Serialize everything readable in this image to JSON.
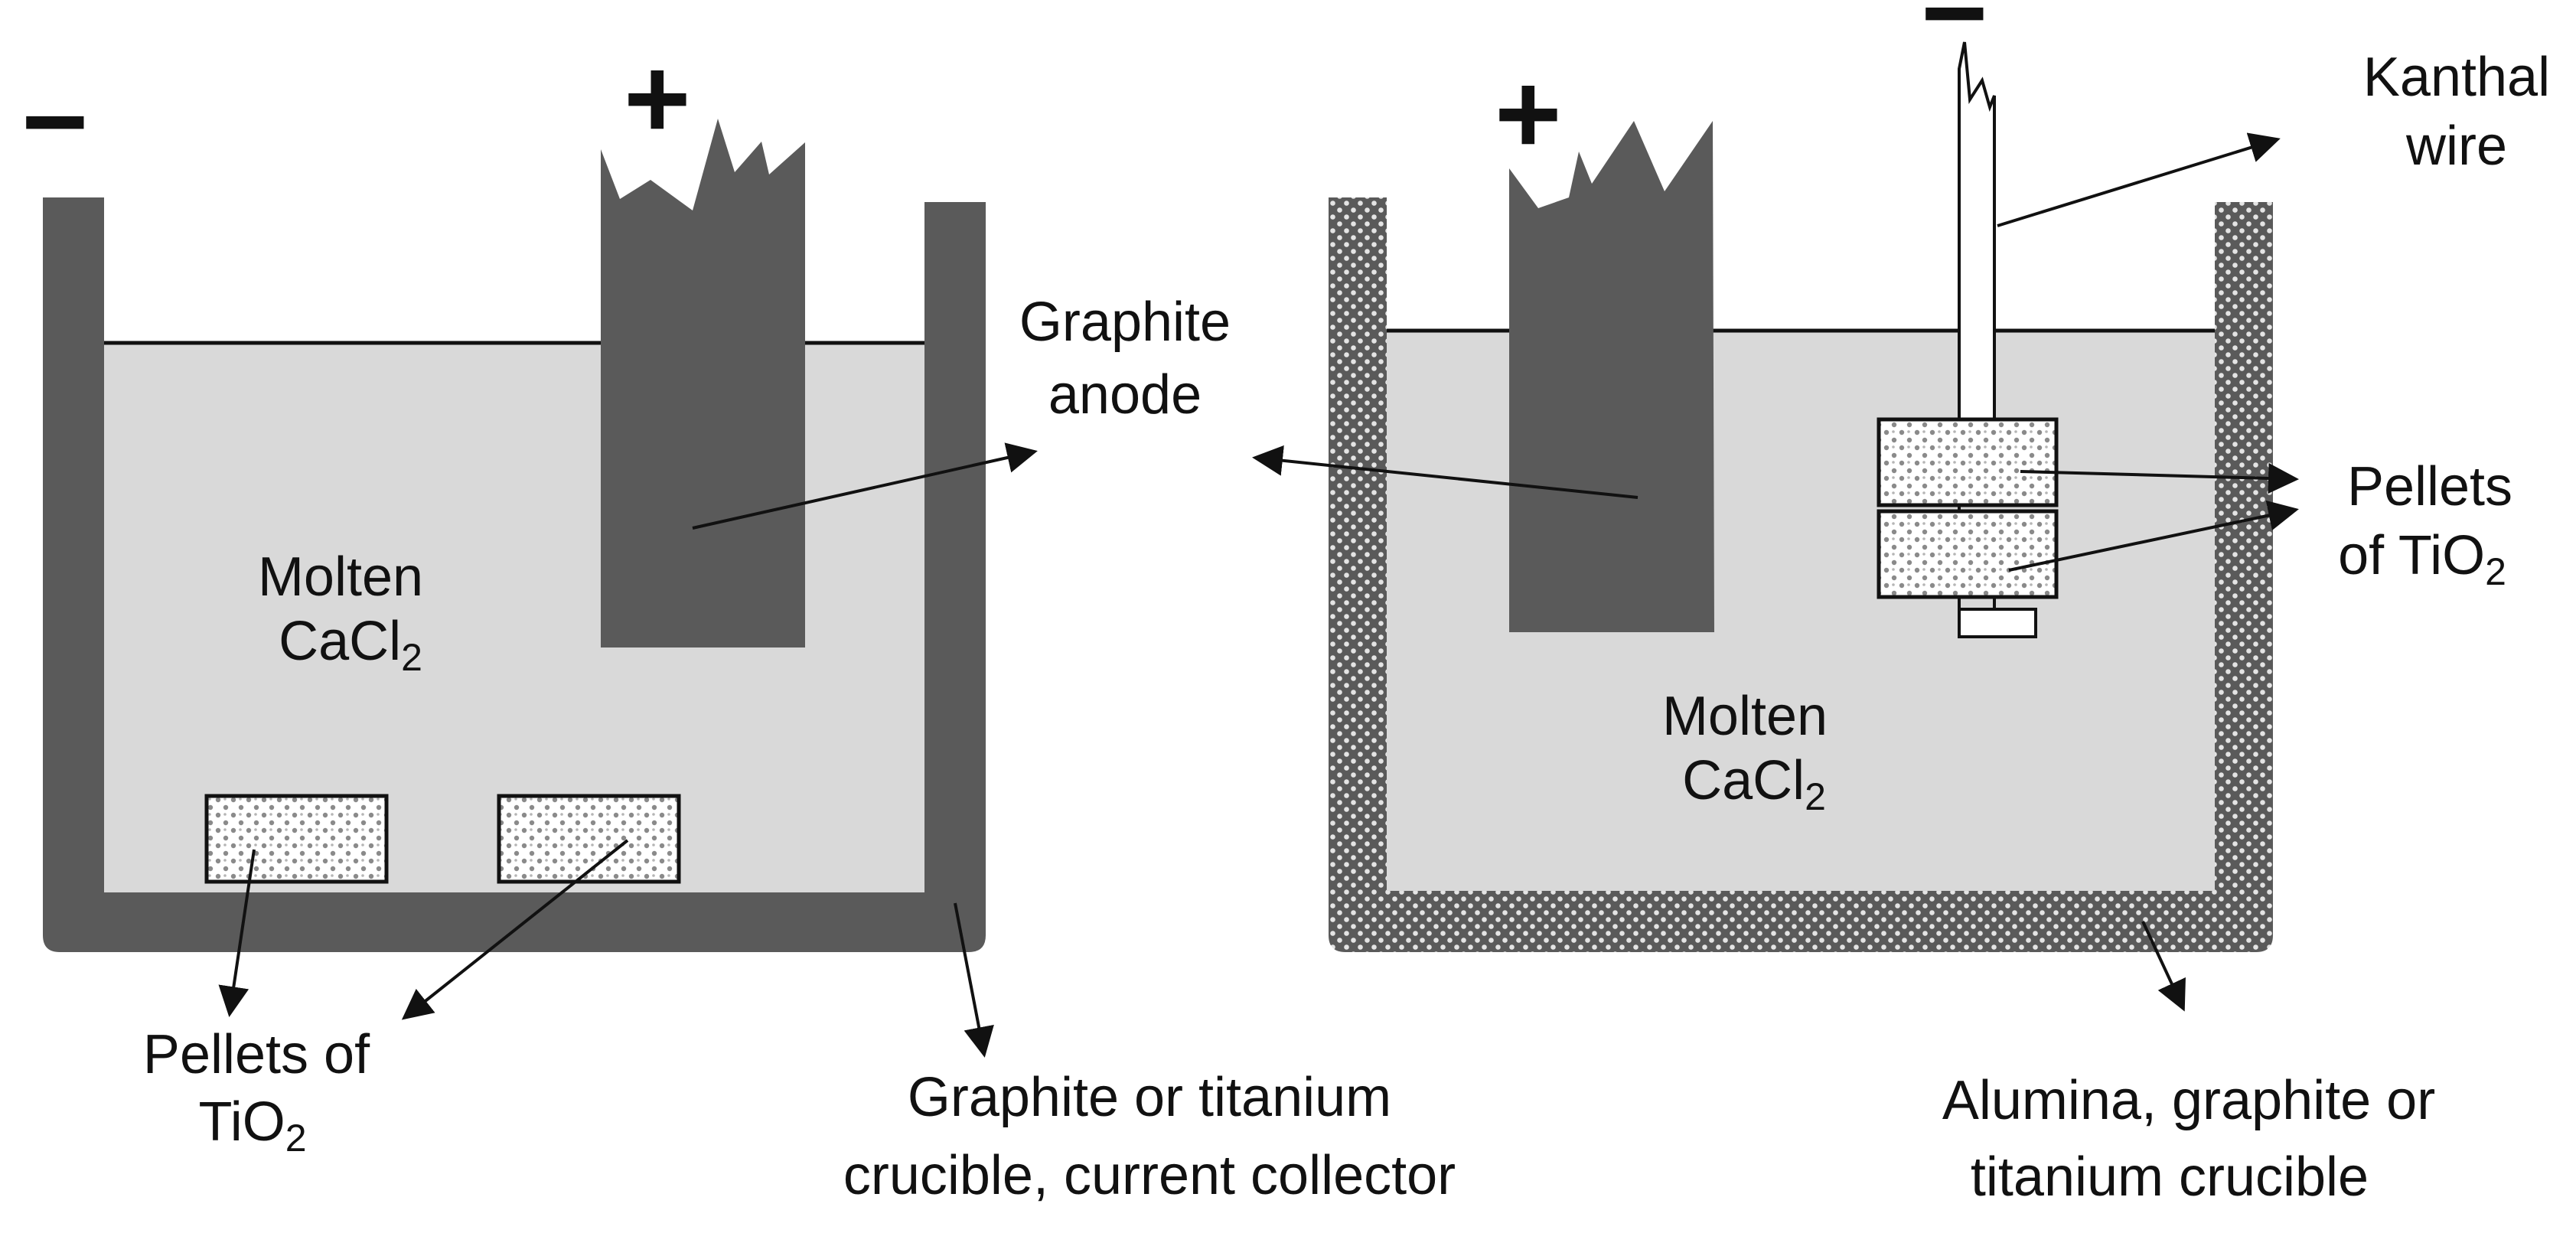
{
  "colors": {
    "dark": "#5a5a5a",
    "molten": "#d9d9d9",
    "pellet_bg": "#ffffff",
    "pellet_dots": "#8a8a8a",
    "line": "#111111"
  },
  "left_cell": {
    "cathode_sign": "−",
    "anode_sign": "+",
    "molten_line1": "Molten",
    "molten_main": "CaCl",
    "molten_sub": "2",
    "pellets_line1": "Pellets of",
    "pellets_main": "TiO",
    "pellets_sub": "2",
    "crucible_line1": "Graphite or titanium",
    "crucible_line2": "crucible,  current collector"
  },
  "center": {
    "anode_line1": "Graphite",
    "anode_line2": "anode"
  },
  "right_cell": {
    "anode_sign": "+",
    "cathode_sign": "−",
    "wire_line1": "Kanthal",
    "wire_line2": "wire",
    "pellets_line1": "Pellets",
    "pellets_main": "of TiO",
    "pellets_sub": "2",
    "molten_line1": "Molten",
    "molten_main": "CaCl",
    "molten_sub": "2",
    "crucible_line1": "Alumina, graphite or",
    "crucible_line2": "titanium crucible"
  }
}
